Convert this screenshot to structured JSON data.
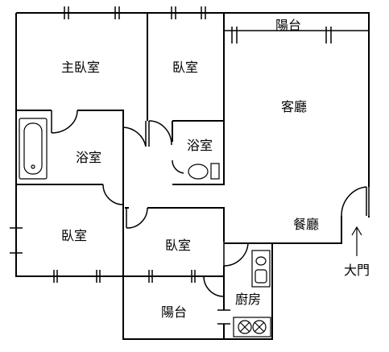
{
  "rooms": {
    "master_bedroom": "主臥室",
    "bedroom_top": "臥室",
    "balcony_top": "陽台",
    "living_room": "客廳",
    "bath_left": "浴室",
    "bath_middle": "浴室",
    "bedroom_left": "臥室",
    "bedroom_middle": "臥室",
    "dining": "餐廳",
    "kitchen": "廚房",
    "balcony_bottom": "陽台"
  },
  "entrance_label": "大門",
  "colors": {
    "wall": "#000000",
    "background": "#ffffff"
  }
}
